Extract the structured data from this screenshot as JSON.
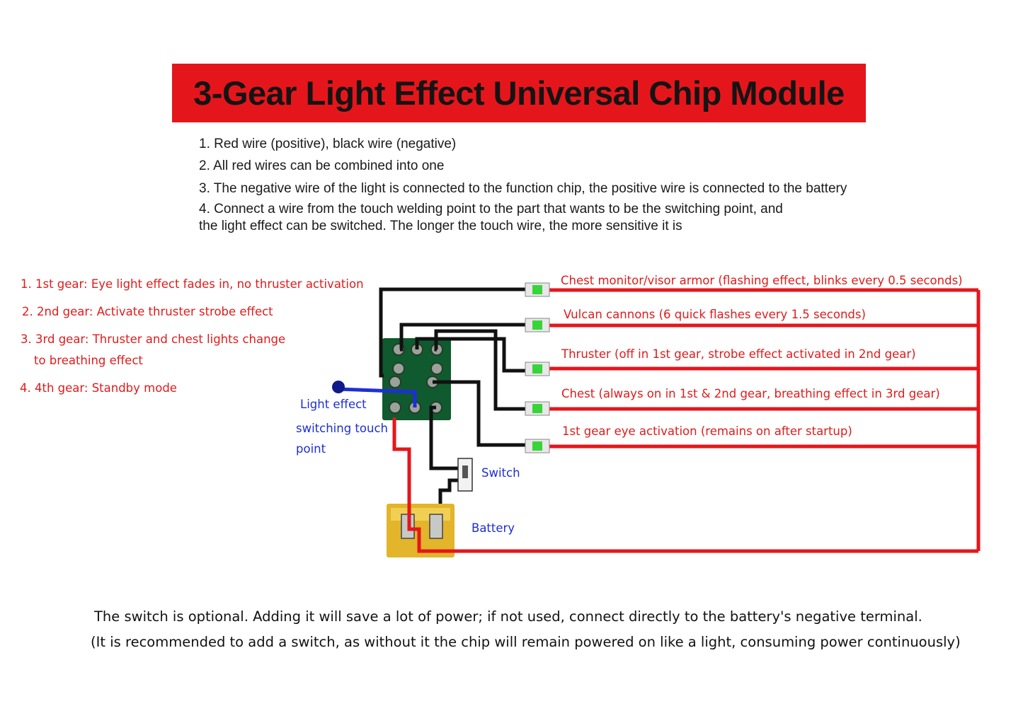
{
  "title": "3-Gear Light Effect Universal Chip Module",
  "instructions": [
    "1. Red wire (positive), black wire (negative)",
    "2. All red wires can be combined into one",
    "3. The negative wire of the light is connected to the function chip, the positive wire is connected to the battery",
    "4. Connect a wire from the touch welding point to the part that wants to be the switching point, and",
    "the light effect can be switched. The longer the touch wire, the more sensitive it is"
  ],
  "gears": [
    "1. 1st gear: Eye light effect fades in, no thruster activation",
    "2. 2nd gear: Activate thruster strobe effect",
    "3. 3rd gear: Thruster and chest lights change",
    "to breathing effect",
    "4. 4th gear: Standby mode"
  ],
  "leds": [
    "Chest monitor/visor armor (flashing effect, blinks every 0.5 seconds)",
    "Vulcan cannons (6 quick flashes every 1.5 seconds)",
    "Thruster (off in 1st gear, strobe effect activated in 2nd gear)",
    "Chest (always on in 1st & 2nd gear, breathing effect in 3rd gear)",
    "1st gear eye activation (remains on after startup)"
  ],
  "touch_label": [
    "Light effect",
    "switching touch",
    "point"
  ],
  "switch_label": "Switch",
  "battery_label": "Battery",
  "notes": [
    "The switch is optional. Adding it will save a lot of power; if not used, connect directly to the battery's negative terminal.",
    "(It is recommended to add a switch, as without it the chip will remain powered on like a light, consuming power continuously)"
  ],
  "colors": {
    "banner": "#e5161b",
    "positive_wire": "#e5161b",
    "negative_wire": "#111111",
    "touch_wire": "#1d2fd6",
    "chip_board": "#0f5a2e",
    "led": "#37d43a",
    "battery": "#e2b52a"
  }
}
